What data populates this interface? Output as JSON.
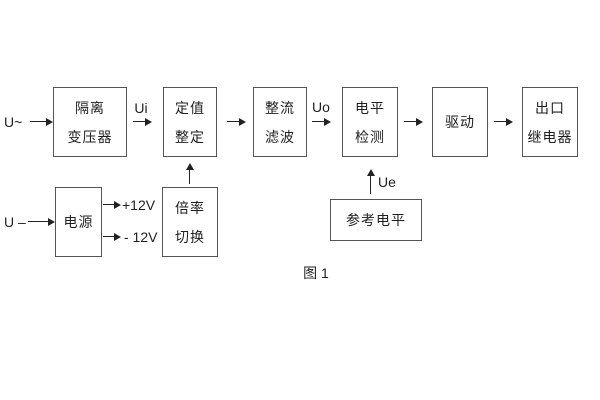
{
  "figure": {
    "caption": "图 1",
    "colors": {
      "background": "#ffffff",
      "box_border": "#555555",
      "line": "#222222",
      "text": "#1f1f1f"
    }
  },
  "diagram": {
    "blocks": [
      {
        "name": "isolation-transformer",
        "lines": [
          "隔离",
          "变压器"
        ]
      },
      {
        "name": "value-setting",
        "lines": [
          "定值",
          "整定"
        ]
      },
      {
        "name": "rectifier-filter",
        "lines": [
          "整流",
          "滤波"
        ]
      },
      {
        "name": "level-detection",
        "lines": [
          "电平",
          "检测"
        ]
      },
      {
        "name": "drive",
        "lines": [
          "驱动"
        ]
      },
      {
        "name": "output-relay",
        "lines": [
          "出口",
          "继电器"
        ]
      },
      {
        "name": "power-supply",
        "lines": [
          "电源"
        ]
      },
      {
        "name": "ratio-switch",
        "lines": [
          "倍率",
          "切换"
        ]
      },
      {
        "name": "reference-level",
        "lines": [
          "参考电平"
        ]
      }
    ],
    "signals": {
      "u_ac": "U~",
      "u_dc": "U –",
      "ui": "Ui",
      "uo": "Uo",
      "ue": "Ue",
      "plus_12v": "+12V",
      "minus_12v": "- 12V"
    }
  }
}
